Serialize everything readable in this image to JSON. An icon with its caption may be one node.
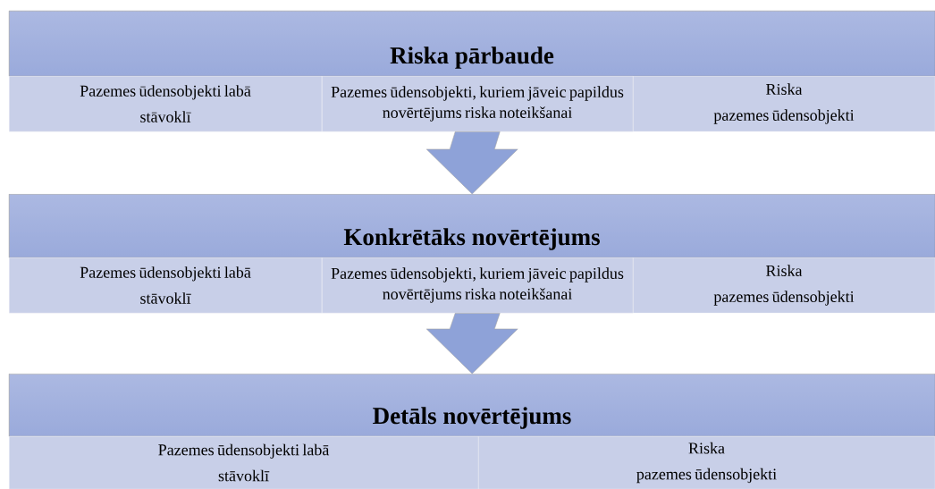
{
  "diagram": {
    "nodes": [
      {
        "text": [
          "Riska pārbaude"
        ]
      },
      {
        "text": [
          "Pazemes ūdensobjekti labā stāvoklī"
        ]
      },
      {
        "text": [
          "Pazemes ūdensobjekti, kuriem jāveic papildus novērtējums riska noteikšanai"
        ]
      },
      {
        "text": [
          "Riska pazemes ūdensobjekti"
        ]
      },
      {
        "text": [
          "Konkrētāks novērtējums"
        ]
      },
      {
        "text": [
          "Pazemes ūdensobjekti labā stāvoklī"
        ]
      },
      {
        "text": [
          "Pazemes ūdensobjekti, kuriem jāveic papildus novērtējums riska noteikšanai"
        ]
      },
      {
        "text": [
          "Riska pazemes ūdensobjekti"
        ]
      },
      {
        "text": [
          "Detāls novērtējums"
        ]
      },
      {
        "text": [
          "Pazemes ūdensobjekti labā stāvoklī"
        ]
      },
      {
        "text": [
          "Riska pazemes ūdensobjekti"
        ]
      }
    ],
    "edges": [
      {
        "from": 2,
        "to": 4,
        "arrow": "to",
        "style": "thick"
      },
      {
        "from": 6,
        "to": 8,
        "arrow": "to",
        "style": "thick"
      }
    ]
  }
}
